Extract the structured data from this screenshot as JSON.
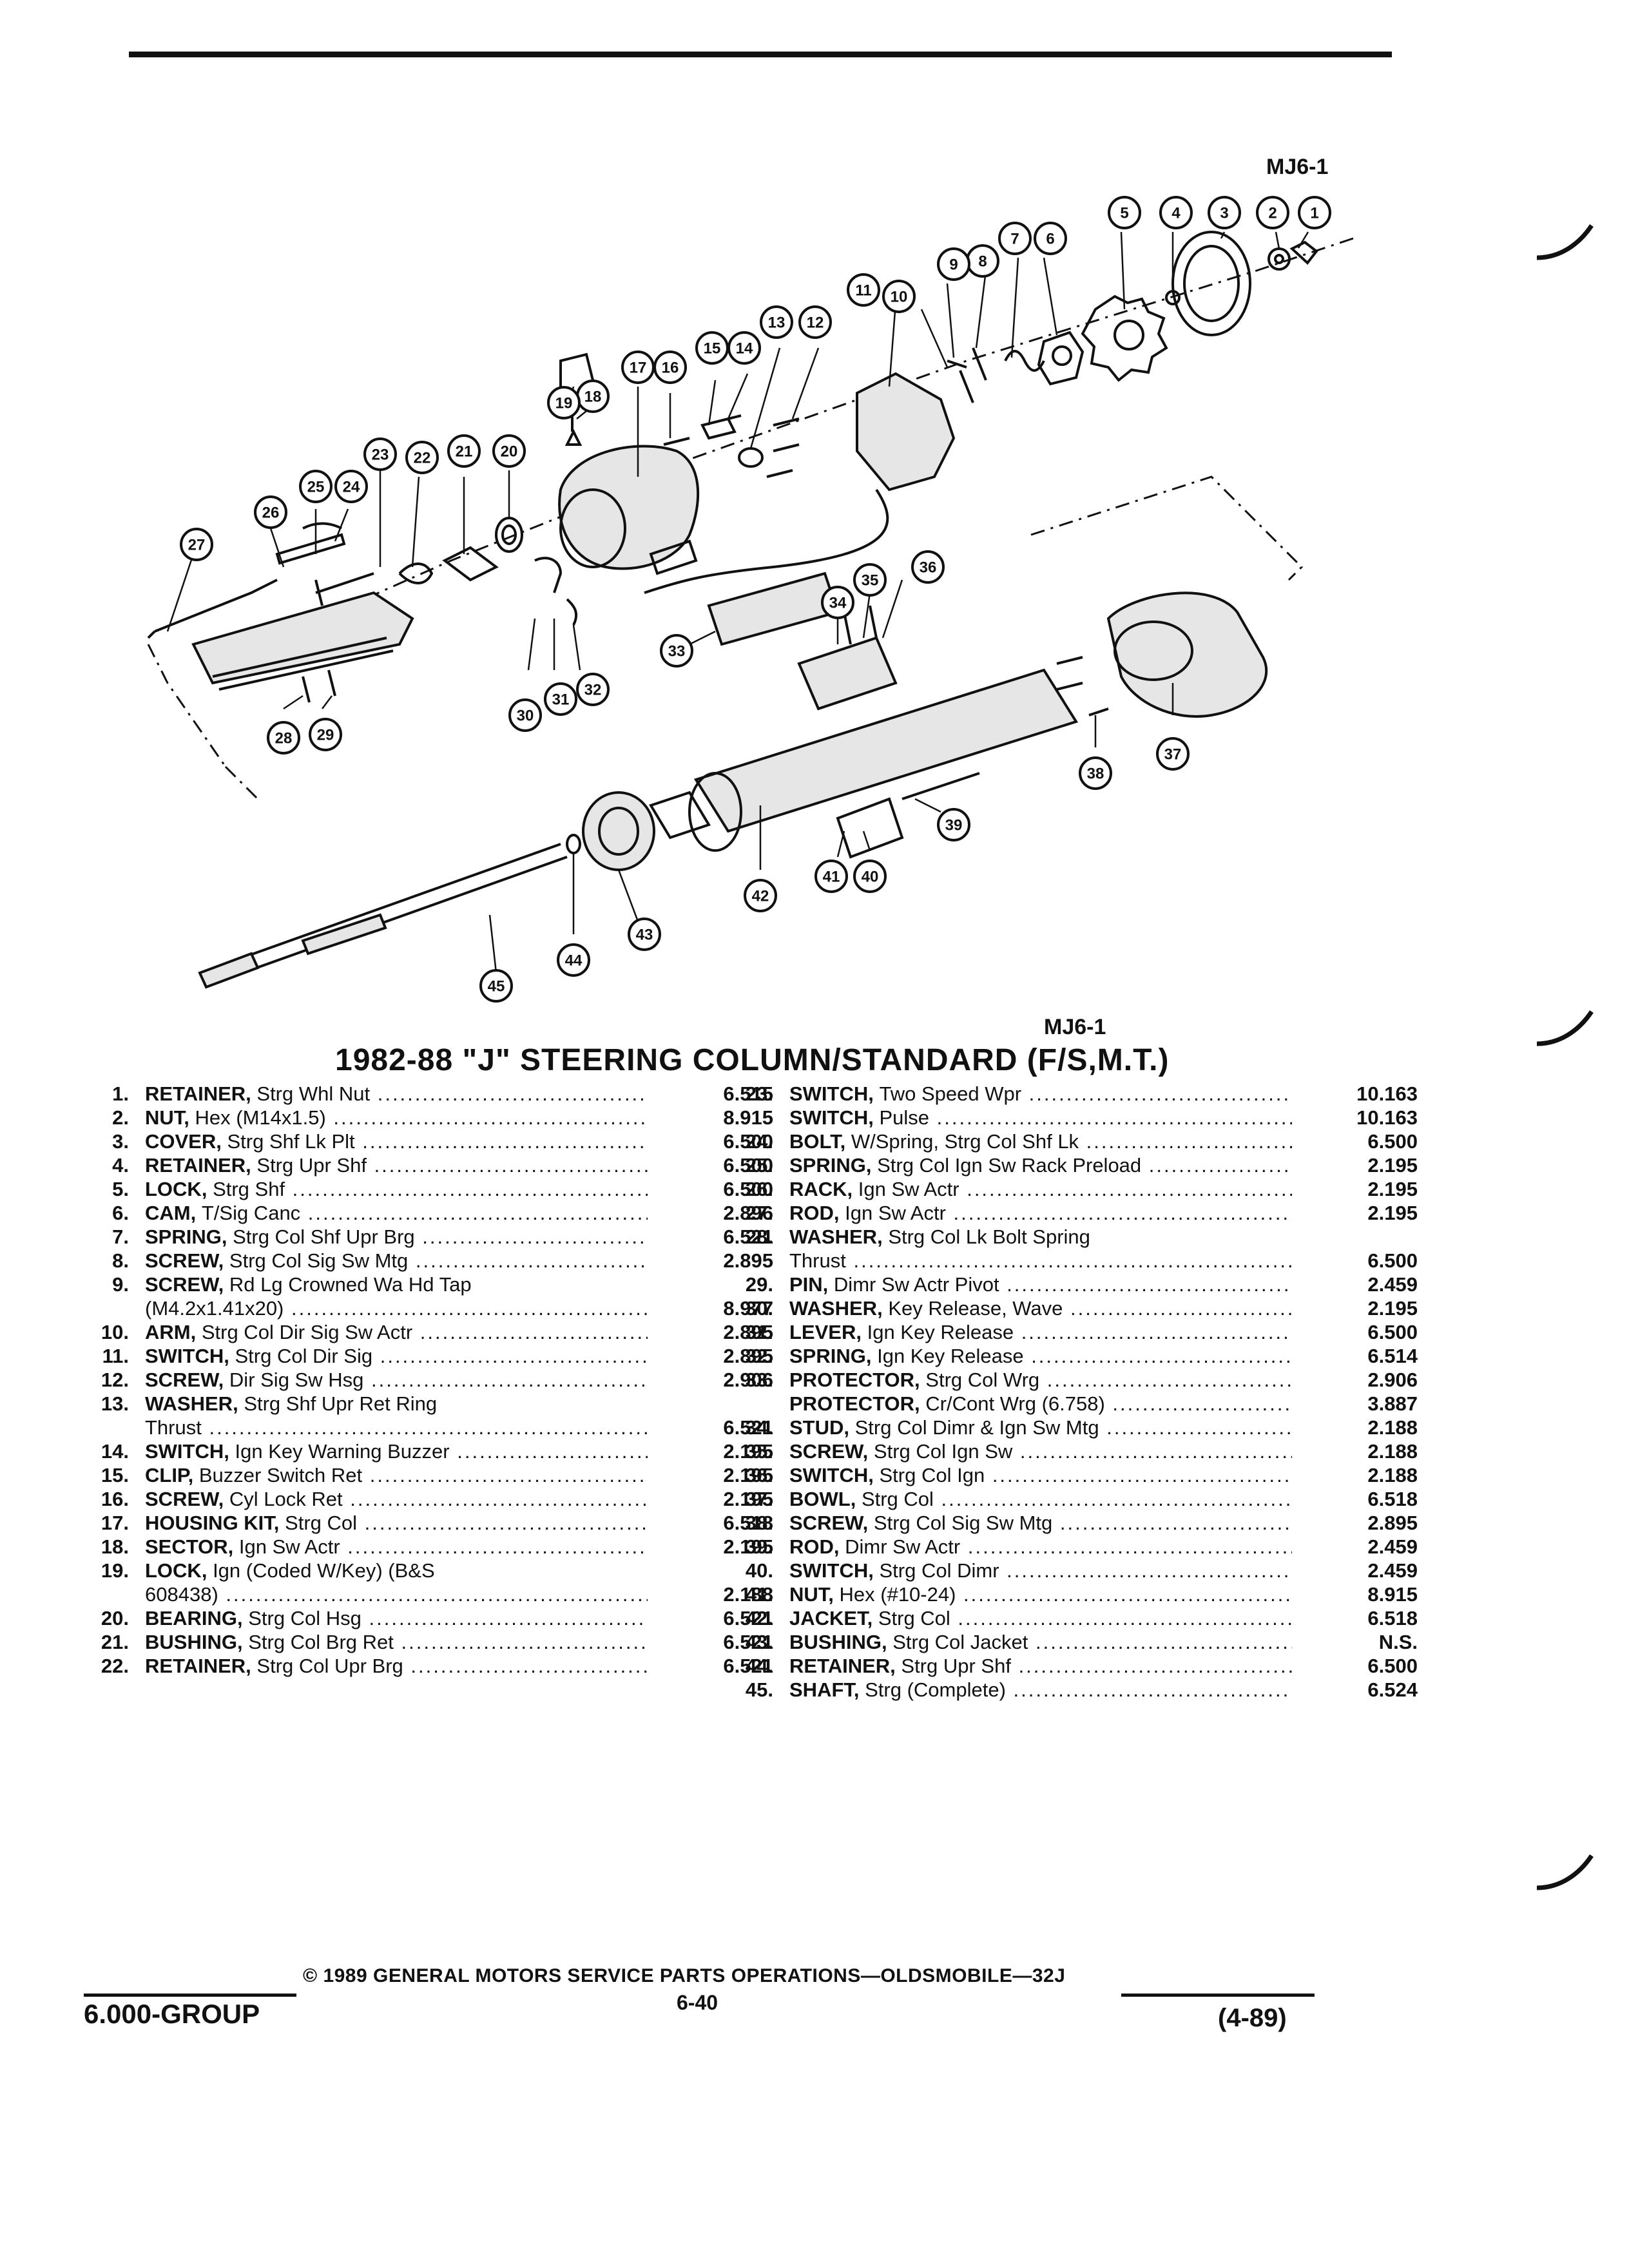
{
  "diagram": {
    "code_top": "MJ6-1",
    "code_bottom": "MJ6-1",
    "callouts": [
      "1",
      "2",
      "3",
      "4",
      "5",
      "6",
      "7",
      "8",
      "9",
      "10",
      "11",
      "12",
      "13",
      "14",
      "15",
      "16",
      "17",
      "18",
      "19",
      "20",
      "21",
      "22",
      "23",
      "24",
      "25",
      "26",
      "27",
      "28",
      "29",
      "30",
      "31",
      "32",
      "33",
      "34",
      "35",
      "36",
      "37",
      "38",
      "39",
      "40",
      "41",
      "42",
      "43",
      "44",
      "45"
    ]
  },
  "title": "1982-88 \"J\" STEERING COLUMN/STANDARD (F/S,M.T.)",
  "parts_left": [
    {
      "num": "1.",
      "name": "RETAINER,",
      "desc": "Strg Whl Nut",
      "code": "6.515"
    },
    {
      "num": "2.",
      "name": "NUT,",
      "desc": "Hex (M14x1.5)",
      "code": "8.915"
    },
    {
      "num": "3.",
      "name": "COVER,",
      "desc": "Strg Shf Lk Plt",
      "code": "6.500"
    },
    {
      "num": "4.",
      "name": "RETAINER,",
      "desc": "Strg Upr Shf",
      "code": "6.500"
    },
    {
      "num": "5.",
      "name": "LOCK,",
      "desc": "Strg Shf",
      "code": "6.500"
    },
    {
      "num": "6.",
      "name": "CAM,",
      "desc": "T/Sig Canc",
      "code": "2.896"
    },
    {
      "num": "7.",
      "name": "SPRING,",
      "desc": "Strg Col Shf Upr Brg",
      "code": "6.521"
    },
    {
      "num": "8.",
      "name": "SCREW,",
      "desc": "Strg Col Sig Sw Mtg",
      "code": "2.895"
    },
    {
      "num": "9.",
      "name": "SCREW,",
      "desc": "Rd Lg Crowned Wa Hd Tap",
      "code": ""
    },
    {
      "num": "",
      "name": "",
      "desc": "(M4.2x1.41x20)",
      "code": "8.977"
    },
    {
      "num": "10.",
      "name": "ARM,",
      "desc": "Strg Col Dir Sig Sw Actr",
      "code": "2.895"
    },
    {
      "num": "11.",
      "name": "SWITCH,",
      "desc": "Strg Col Dir Sig",
      "code": "2.895"
    },
    {
      "num": "12.",
      "name": "SCREW,",
      "desc": "Dir Sig Sw Hsg",
      "code": "2.906"
    },
    {
      "num": "13.",
      "name": "WASHER,",
      "desc": "Strg Shf Upr Ret Ring",
      "code": ""
    },
    {
      "num": "",
      "name": "",
      "desc": "Thrust",
      "code": "6.521"
    },
    {
      "num": "14.",
      "name": "SWITCH,",
      "desc": "Ign Key Warning Buzzer",
      "code": "2.195"
    },
    {
      "num": "15.",
      "name": "CLIP,",
      "desc": "Buzzer Switch Ret",
      "code": "2.195"
    },
    {
      "num": "16.",
      "name": "SCREW,",
      "desc": "Cyl Lock Ret",
      "code": "2.195"
    },
    {
      "num": "17.",
      "name": "HOUSING KIT,",
      "desc": "Strg Col",
      "code": "6.518"
    },
    {
      "num": "18.",
      "name": "SECTOR,",
      "desc": "Ign Sw Actr",
      "code": "2.195"
    },
    {
      "num": "19.",
      "name": "LOCK,",
      "desc": "Ign (Coded W/Key) (B&S",
      "code": ""
    },
    {
      "num": "",
      "name": "",
      "desc": "608438)",
      "code": "2.188"
    },
    {
      "num": "20.",
      "name": "BEARING,",
      "desc": "Strg Col Hsg",
      "code": "6.521"
    },
    {
      "num": "21.",
      "name": "BUSHING,",
      "desc": "Strg Col Brg Ret",
      "code": "6.521"
    },
    {
      "num": "22.",
      "name": "RETAINER,",
      "desc": "Strg Col Upr Brg",
      "code": "6.521"
    }
  ],
  "parts_right": [
    {
      "num": "23.",
      "name": "SWITCH,",
      "desc": "Two Speed Wpr",
      "code": "10.163"
    },
    {
      "num": "",
      "name": "SWITCH,",
      "desc": "Pulse",
      "code": "10.163"
    },
    {
      "num": "24.",
      "name": "BOLT,",
      "desc": "W/Spring, Strg Col Shf Lk",
      "code": "6.500"
    },
    {
      "num": "25.",
      "name": "SPRING,",
      "desc": "Strg Col Ign Sw Rack Preload",
      "code": "2.195"
    },
    {
      "num": "26.",
      "name": "RACK,",
      "desc": "Ign Sw Actr",
      "code": "2.195"
    },
    {
      "num": "27.",
      "name": "ROD,",
      "desc": "Ign Sw Actr",
      "code": "2.195"
    },
    {
      "num": "28.",
      "name": "WASHER,",
      "desc": "Strg Col Lk Bolt Spring",
      "code": ""
    },
    {
      "num": "",
      "name": "",
      "desc": "Thrust",
      "code": "6.500"
    },
    {
      "num": "29.",
      "name": "PIN,",
      "desc": "Dimr Sw Actr Pivot",
      "code": "2.459"
    },
    {
      "num": "30.",
      "name": "WASHER,",
      "desc": "Key Release, Wave",
      "code": "2.195"
    },
    {
      "num": "31.",
      "name": "LEVER,",
      "desc": "Ign Key Release",
      "code": "6.500"
    },
    {
      "num": "32.",
      "name": "SPRING,",
      "desc": "Ign Key Release",
      "code": "6.514"
    },
    {
      "num": "33.",
      "name": "PROTECTOR,",
      "desc": "Strg Col Wrg",
      "code": "2.906"
    },
    {
      "num": "",
      "name": "PROTECTOR,",
      "desc": "Cr/Cont Wrg (6.758)",
      "code": "3.887"
    },
    {
      "num": "34.",
      "name": "STUD,",
      "desc": "Strg Col Dimr & Ign Sw Mtg",
      "code": "2.188"
    },
    {
      "num": "35.",
      "name": "SCREW,",
      "desc": "Strg Col Ign Sw",
      "code": "2.188"
    },
    {
      "num": "36.",
      "name": "SWITCH,",
      "desc": "Strg Col Ign",
      "code": "2.188"
    },
    {
      "num": "37.",
      "name": "BOWL,",
      "desc": "Strg Col",
      "code": "6.518"
    },
    {
      "num": "38.",
      "name": "SCREW,",
      "desc": "Strg Col Sig Sw Mtg",
      "code": "2.895"
    },
    {
      "num": "39.",
      "name": "ROD,",
      "desc": "Dimr Sw Actr",
      "code": "2.459"
    },
    {
      "num": "40.",
      "name": "SWITCH,",
      "desc": "Strg Col Dimr",
      "code": "2.459"
    },
    {
      "num": "41.",
      "name": "NUT,",
      "desc": "Hex (#10-24)",
      "code": "8.915"
    },
    {
      "num": "42.",
      "name": "JACKET,",
      "desc": "Strg Col",
      "code": "6.518"
    },
    {
      "num": "43.",
      "name": "BUSHING,",
      "desc": "Strg Col Jacket",
      "code": "N.S."
    },
    {
      "num": "44.",
      "name": "RETAINER,",
      "desc": "Strg Upr Shf",
      "code": "6.500"
    },
    {
      "num": "45.",
      "name": "SHAFT,",
      "desc": "Strg (Complete)",
      "code": "6.524"
    }
  ],
  "footer": {
    "group": "6.000-GROUP",
    "copyright": "© 1989 GENERAL MOTORS SERVICE PARTS OPERATIONS—OLDSMOBILE—32J",
    "page": "6-40",
    "date": "(4-89)"
  }
}
